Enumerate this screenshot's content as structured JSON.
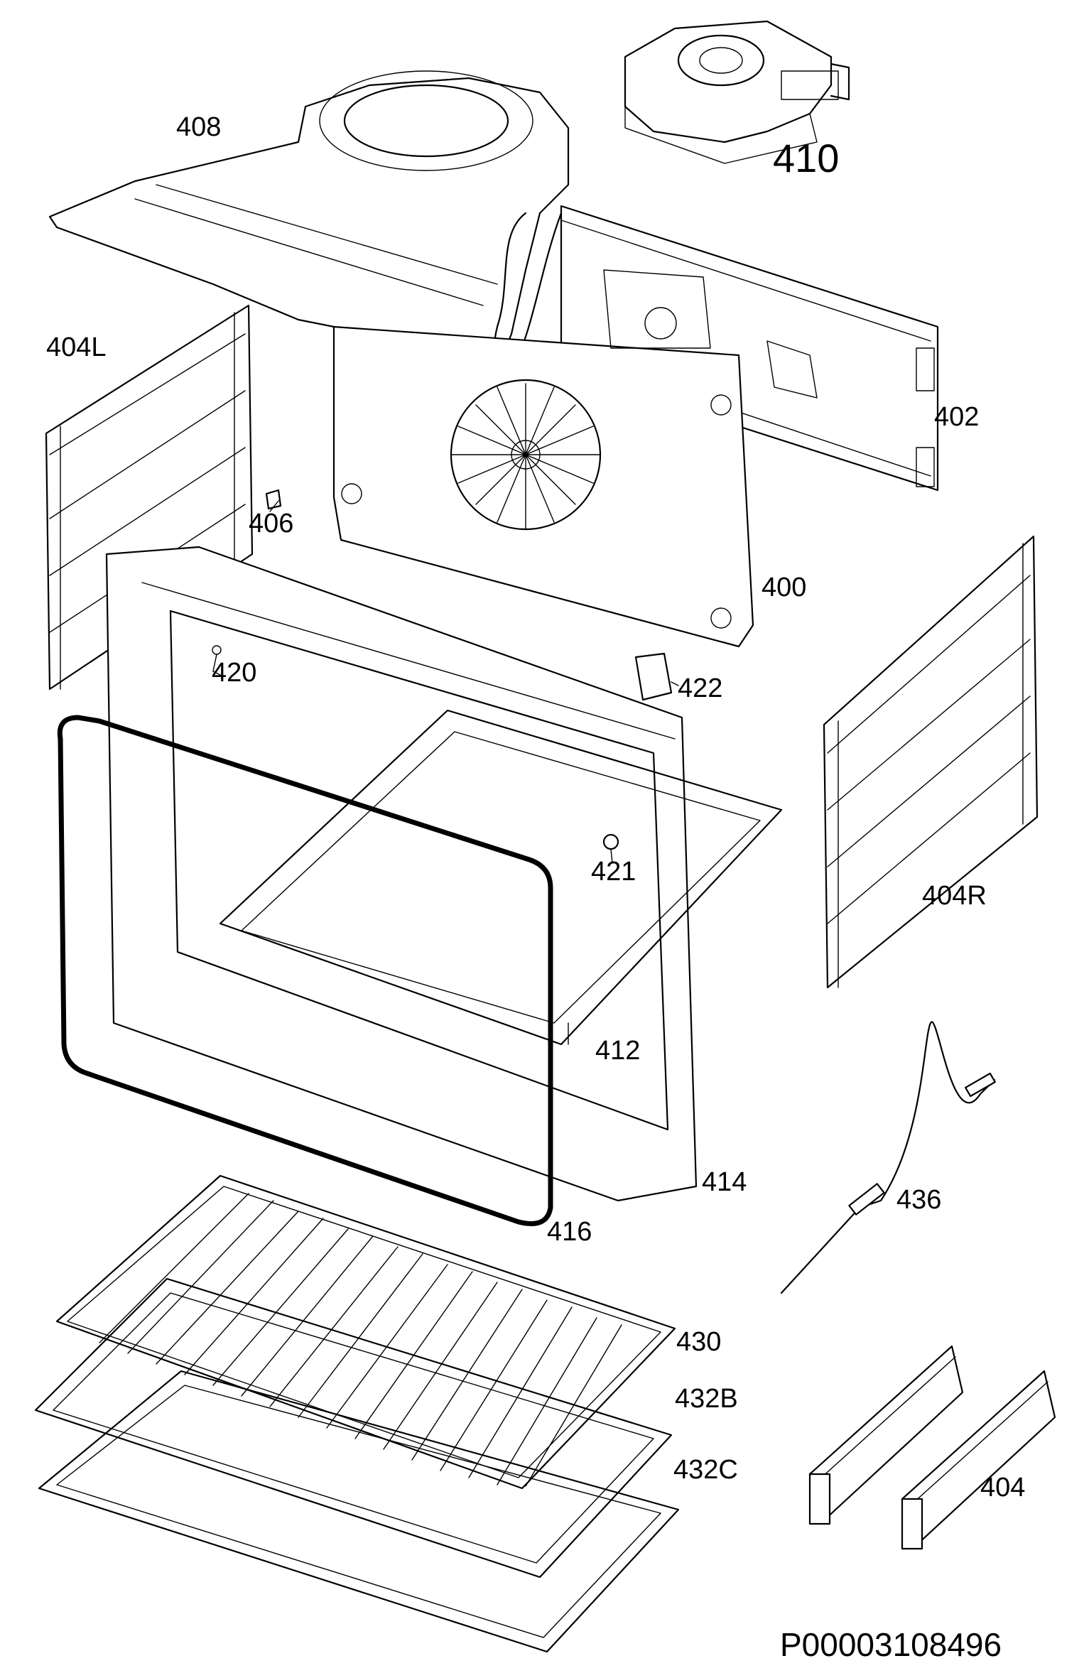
{
  "parts": [
    {
      "id": "408",
      "label": "408"
    },
    {
      "id": "410",
      "label": "410"
    },
    {
      "id": "402",
      "label": "402"
    },
    {
      "id": "404L",
      "label": "404L"
    },
    {
      "id": "406",
      "label": "406"
    },
    {
      "id": "400",
      "label": "400"
    },
    {
      "id": "420",
      "label": "420"
    },
    {
      "id": "422",
      "label": "422"
    },
    {
      "id": "404R",
      "label": "404R"
    },
    {
      "id": "421",
      "label": "421"
    },
    {
      "id": "412",
      "label": "412"
    },
    {
      "id": "414",
      "label": "414"
    },
    {
      "id": "416",
      "label": "416"
    },
    {
      "id": "436",
      "label": "436"
    },
    {
      "id": "430",
      "label": "430"
    },
    {
      "id": "432B",
      "label": "432B"
    },
    {
      "id": "432C",
      "label": "432C"
    },
    {
      "id": "404",
      "label": "404"
    }
  ],
  "drawing_reference": "P00003108496"
}
